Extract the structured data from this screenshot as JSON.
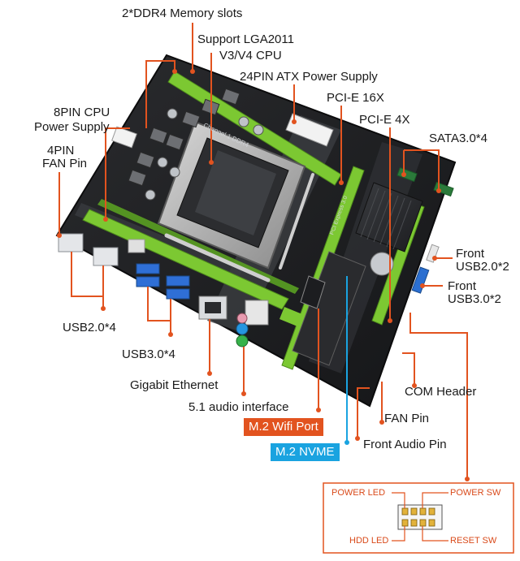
{
  "labels": {
    "memory_slots": "2*DDR4 Memory slots",
    "cpu_line1": "Support LGA2011",
    "cpu_line2": "V3/V4 CPU",
    "atx_power": "24PIN ATX Power Supply",
    "pcie16": "PCI-E 16X",
    "pcie4": "PCI-E 4X",
    "cpu_power_line1": "8PIN CPU",
    "cpu_power_line2": "Power Supply",
    "fan_pin_line1": "4PIN",
    "fan_pin_line2": "FAN Pin",
    "sata": "SATA3.0*4",
    "front_usb2_line1": "Front",
    "front_usb2_line2": "USB2.0*2",
    "front_usb3_line1": "Front",
    "front_usb3_line2": "USB3.0*2",
    "usb2": "USB2.0*4",
    "usb3": "USB3.0*4",
    "ethernet": "Gigabit Ethernet",
    "audio": "5.1 audio interface",
    "m2_wifi": "M.2 Wifi Port",
    "m2_nvme": "M.2 NVME",
    "com_header": "COM Header",
    "fan_pin2": "FAN Pin",
    "front_audio": "Front Audio Pin"
  },
  "board_text": {
    "ram_slot": "Channel 1 DDR4",
    "pcie_slot": "PCI Express 3.0"
  },
  "front_panel": {
    "power_led": "POWER LED",
    "power_sw": "POWER SW",
    "hdd_led": "HDD LED",
    "reset_sw": "RESET SW"
  },
  "colors": {
    "callout": "#e2531f",
    "nvme": "#1aa3e0",
    "green_slot": "#7cc832",
    "pcb": "#1b1c1e",
    "highlight": "#8bd43c"
  }
}
